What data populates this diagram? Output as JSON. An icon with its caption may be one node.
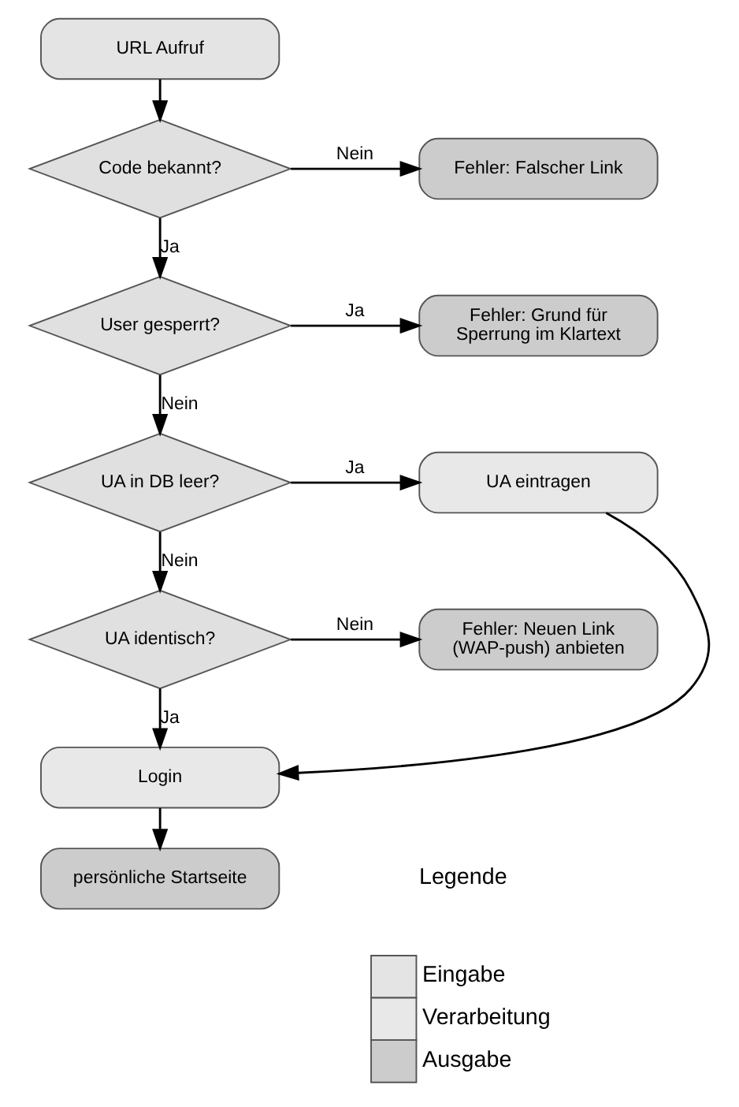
{
  "diagram": {
    "nodes": [
      {
        "text": [
          "URL Aufruf"
        ]
      },
      {
        "text": [
          "Code bekannt?"
        ]
      },
      {
        "text": [
          "Fehler: Falscher Link"
        ]
      },
      {
        "text": [
          "User gesperrt?"
        ]
      },
      {
        "text": [
          "Fehler: Grund für Sperrung im Klartext"
        ]
      },
      {
        "text": [
          "UA in DB leer?"
        ]
      },
      {
        "text": [
          "UA eintragen"
        ]
      },
      {
        "text": [
          "UA identisch?"
        ]
      },
      {
        "text": [
          "Fehler: Neuen Link (WAP-push) anbieten"
        ]
      },
      {
        "text": [
          "Login"
        ]
      },
      {
        "text": [
          "persönliche Startseite"
        ]
      }
    ],
    "edges": [
      {
        "from": 0,
        "to": 1,
        "arrow": "to"
      },
      {
        "from": 1,
        "to": 2,
        "arrow": "to",
        "label": "Nein"
      },
      {
        "from": 1,
        "to": 3,
        "arrow": "to",
        "label": "Ja"
      },
      {
        "from": 3,
        "to": 4,
        "arrow": "to",
        "label": "Ja"
      },
      {
        "from": 3,
        "to": 5,
        "arrow": "to",
        "label": "Nein"
      },
      {
        "from": 5,
        "to": 6,
        "arrow": "to",
        "label": "Ja"
      },
      {
        "from": 5,
        "to": 7,
        "arrow": "to",
        "label": "Nein"
      },
      {
        "from": 7,
        "to": 8,
        "arrow": "to",
        "label": "Nein"
      },
      {
        "from": 7,
        "to": 9,
        "arrow": "to",
        "label": "Ja"
      },
      {
        "from": 6,
        "to": 9,
        "arrow": "to"
      },
      {
        "from": 9,
        "to": 10,
        "arrow": "to"
      }
    ],
    "labels": [
      "Legende"
    ],
    "legend": [
      {
        "text": "Eingabe",
        "color": "#e4e4e4"
      },
      {
        "text": "Verarbeitung",
        "color": "#e8e8e8"
      },
      {
        "text": "Ausgabe",
        "color": "#cccccc"
      }
    ]
  }
}
